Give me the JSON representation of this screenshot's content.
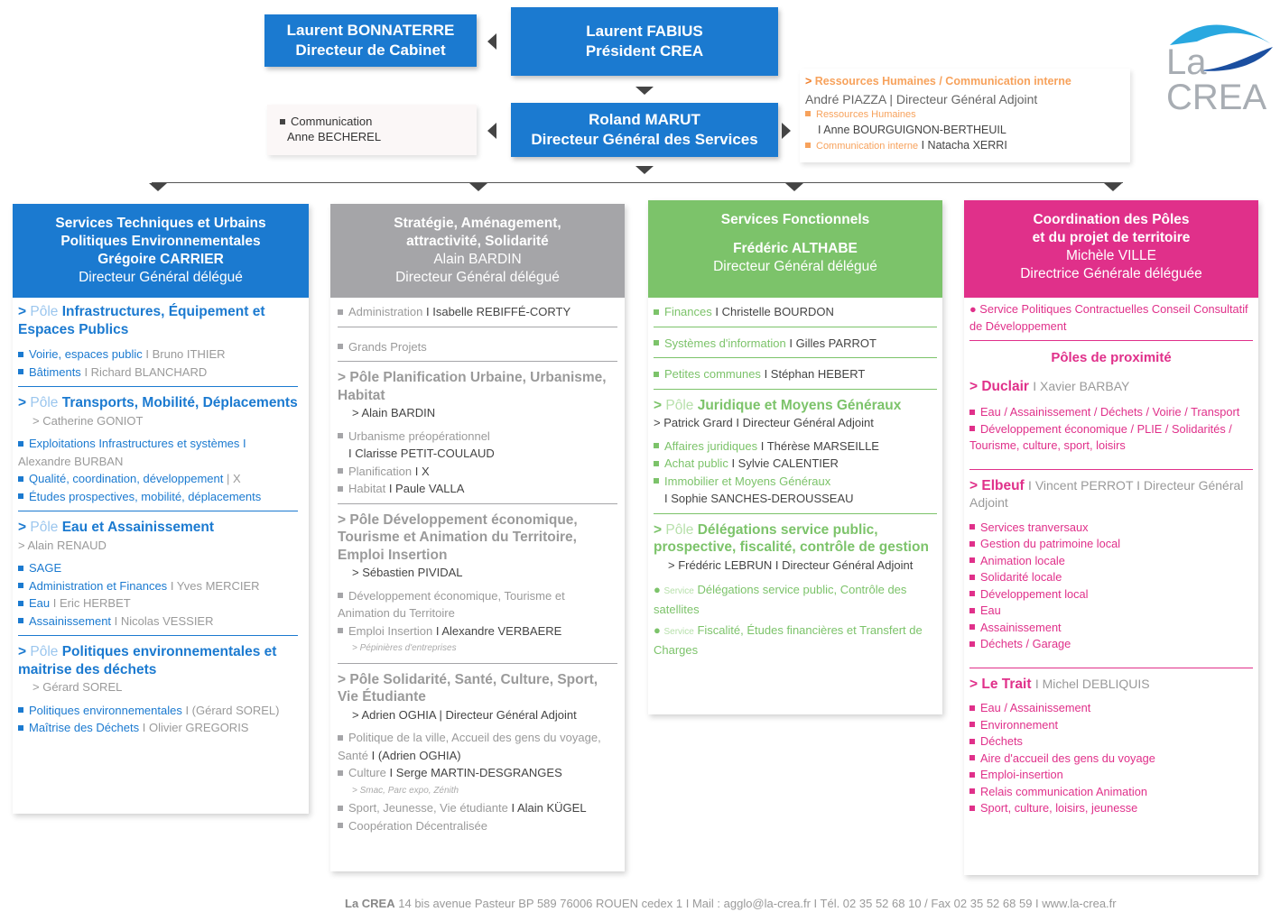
{
  "top": {
    "president": {
      "line1": "Laurent FABIUS",
      "line2": "Président CREA"
    },
    "cabinet": {
      "line1": "Laurent BONNATERRE",
      "line2": "Directeur de Cabinet"
    },
    "dgs": {
      "line1": "Roland MARUT",
      "line2": "Directeur Général des Services"
    },
    "communication": {
      "line1": "Communication",
      "line2": "Anne BECHEREL"
    },
    "rh": {
      "header": "Ressources Humaines / Communication interne",
      "dga": "André PIAZZA | Directeur Général Adjoint",
      "rh_label": "Ressources Humaines",
      "rh_person": "I Anne BOURGUIGNON-BERTHEUIL",
      "ci_label": "Communication interne",
      "ci_person": "I Natacha XERRI"
    }
  },
  "logo": {
    "line1": "La",
    "line2": "CREA"
  },
  "colors": {
    "blue": "#1b7ad0",
    "grey": "#a5a5a8",
    "green": "#7cc36a",
    "pink": "#e0308a"
  },
  "col1": {
    "head": {
      "l1": "Services Techniques et Urbains",
      "l2": "Politiques Environnementales",
      "l3": "Grégoire CARRIER",
      "l4": "Directeur Général délégué"
    },
    "p1": {
      "pole": "Pôle",
      "title": "Infrastructures, Équipement et Espaces Publics",
      "i1a": "Voirie, espaces public",
      "i1b": "I Bruno ITHIER",
      "i2a": "Bâtiments",
      "i2b": "I Richard BLANCHARD"
    },
    "p2": {
      "pole": "Pôle",
      "title": "Transports, Mobilité, Déplacements",
      "person": "> Catherine GONIOT",
      "i1a": "Exploitations Infrastructures  et systèmes I",
      "i1b": "Alexandre BURBAN",
      "i2a": "Qualité, coordination, développement",
      "i2b": "| X",
      "i3a": "Études prospectives, mobilité, déplacements"
    },
    "p3": {
      "pole": "Pôle",
      "title": "Eau et Assainissement",
      "person": "> Alain RENAUD",
      "i1a": "SAGE",
      "i2a": "Administration et Finances",
      "i2b": "I Yves MERCIER",
      "i3a": "Eau",
      "i3b": "I Eric HERBET",
      "i4a": "Assainissement",
      "i4b": "I Nicolas VESSIER"
    },
    "p4": {
      "pole": "Pôle",
      "title": "Politiques environnementales et maitrise des déchets",
      "person": "> Gérard SOREL",
      "i1a": "Politiques environnementales",
      "i1b": "I (Gérard SOREL)",
      "i2a": "Maîtrise des Déchets",
      "i2b": "I Olivier GREGORIS"
    }
  },
  "col2": {
    "head": {
      "l1": "Stratégie, Aménagement,",
      "l2": "attractivité, Solidarité",
      "l3": "Alain BARDIN",
      "l4": "Directeur Général délégué"
    },
    "admin_a": "Administration",
    "admin_b": "I Isabelle REBIFFÉ-CORTY",
    "gp": "Grands Projets",
    "p1": {
      "title": "Pôle Planification Urbaine, Urbanisme, Habitat",
      "person": "> Alain BARDIN",
      "i1a": "Urbanisme préopérationnel",
      "i1b": "I Clarisse PETIT-COULAUD",
      "i2a": "Planification",
      "i2b": "I X",
      "i3a": "Habitat",
      "i3b": "I Paule VALLA"
    },
    "p2": {
      "title": "Pôle Développement économique, Tourisme et Animation du Territoire, Emploi Insertion",
      "person": "> Sébastien PIVIDAL",
      "i1a": "Développement économique, Tourisme et Animation du Territoire",
      "i2a": "Emploi Insertion",
      "i2b": "I Alexandre VERBAERE",
      "i2c": "> Pépinières d'entreprises"
    },
    "p3": {
      "title": "Pôle Solidarité, Santé, Culture, Sport, Vie Étudiante",
      "person": "> Adrien OGHIA | Directeur Général Adjoint",
      "i1a": "Politique de la ville, Accueil des gens du voyage, Santé",
      "i1b": "I (Adrien OGHIA)",
      "i2a": "Culture",
      "i2b": "I Serge MARTIN-DESGRANGES",
      "i2c": "> Smac, Parc expo, Zénith",
      "i3a": "Sport, Jeunesse, Vie étudiante",
      "i3b": "I Alain KÜGEL",
      "i4a": "Coopération Décentralisée"
    }
  },
  "col3": {
    "head": {
      "l1": "Services Fonctionnels",
      "l3": "Frédéric ALTHABE",
      "l4": "Directeur Général délégué"
    },
    "fin_a": "Finances",
    "fin_b": "I Christelle BOURDON",
    "si_a": "Systèmes d'information",
    "si_b": "I Gilles PARROT",
    "pc_a": "Petites communes",
    "pc_b": "I Stéphan HEBERT",
    "p1": {
      "pole": "Pôle",
      "title": "Juridique et Moyens Généraux",
      "person": "> Patrick Grard I Directeur Général Adjoint",
      "i1a": "Affaires juridiques",
      "i1b": "I Thérèse MARSEILLE",
      "i2a": "Achat public",
      "i2b": "I Sylvie CALENTIER",
      "i3a": "Immobilier et Moyens Généraux",
      "i3b": "I Sophie SANCHES-DEROUSSEAU"
    },
    "p2": {
      "pole": "Pôle",
      "title": "Délégations service public, prospective, fiscalité, contrôle de gestion",
      "person": "> Frédéric LEBRUN I Directeur Général Adjoint",
      "i1s": "Service",
      "i1a": "Délégations service public, Contrôle des satellites",
      "i2s": "Service",
      "i2a": "Fiscalité, Études financières et Transfert de Charges"
    }
  },
  "col4": {
    "head": {
      "l1": "Coordination des Pôles",
      "l2": "et du projet de territoire",
      "l3": "Michèle VILLE",
      "l4": "Directrice Générale déléguée"
    },
    "spc": "Service Politiques Contractuelles Conseil Consultatif de Développement",
    "poles_prox": "Pôles de proximité",
    "duclair": {
      "name": "Duclair",
      "person": "I Xavier BARBAY",
      "i1": "Eau / Assainissement / Déchets / Voirie / Transport",
      "i2": "Développement économique / PLIE / Solidarités / Tourisme, culture, sport, loisirs"
    },
    "elbeuf": {
      "name": "Elbeuf",
      "person": "I Vincent PERROT  I Directeur Général Adjoint",
      "items": [
        "Services tranversaux",
        "Gestion du patrimoine local",
        "Animation locale",
        "Solidarité locale",
        "Développement local",
        "Eau",
        "Assainissement",
        "Déchets / Garage"
      ]
    },
    "trait": {
      "name": "Le Trait",
      "person": "I Michel DEBLIQUIS",
      "items": [
        "Eau / Assainissement",
        "Environnement",
        "Déchets",
        "Aire d'accueil des gens du voyage",
        "Emploi-insertion",
        "Relais communication Animation",
        "Sport, culture, loisirs, jeunesse"
      ]
    }
  },
  "footer": {
    "brand": "La CREA",
    "address": "14 bis avenue Pasteur BP 589 76006 ROUEN cedex 1",
    "mail": "I   Mail : agglo@la-crea.fr  I  Tél. 02 35 52 68 10 / Fax 02 35 52 68 59  I  www.la-crea.fr"
  }
}
